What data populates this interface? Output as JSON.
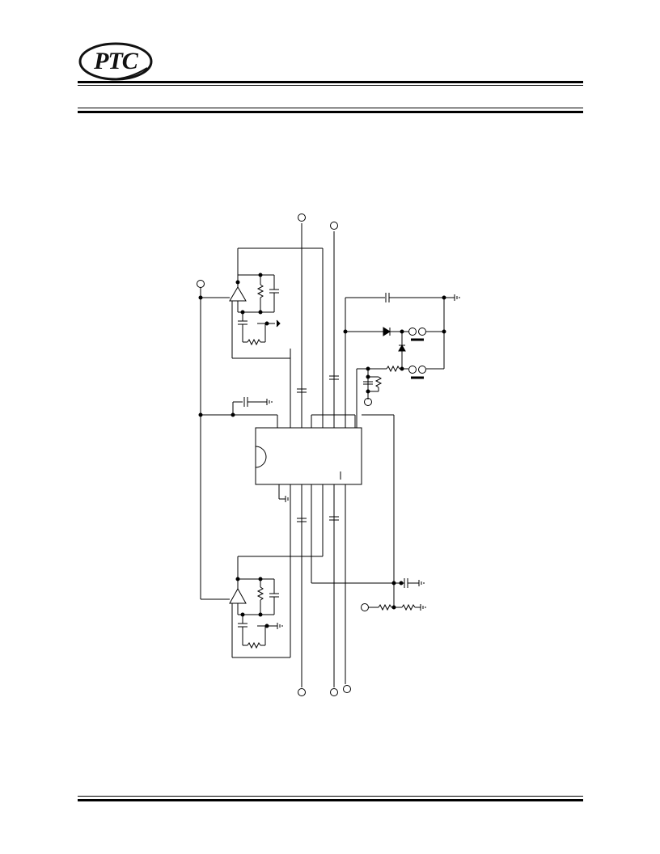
{
  "header": {
    "logo_text": "PTC"
  },
  "colors": {
    "ink": "#000000",
    "paper": "#ffffff"
  },
  "icons": {
    "logo": "ptc-oval-logo",
    "opamp": "triangle-amplifier",
    "ground": "ground-icon",
    "diode": "diode-icon",
    "led": "led-icon",
    "capacitor": "capacitor-icon",
    "resistor": "resistor-icon",
    "terminal": "terminal-circle-icon",
    "ic": "ic-chip-body"
  }
}
